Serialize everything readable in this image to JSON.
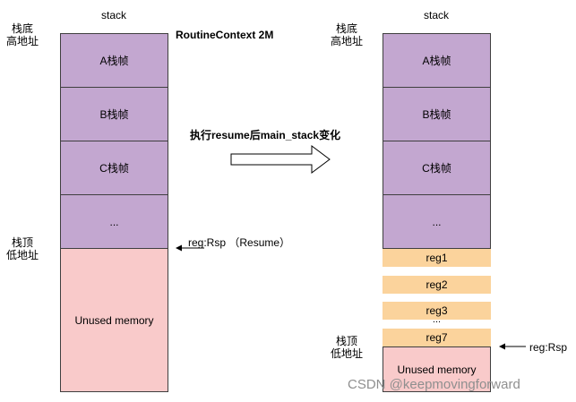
{
  "left": {
    "stack_label": "stack",
    "bottom_label_line1": "栈底",
    "bottom_label_line2": "高地址",
    "top_label_line1": "栈顶",
    "top_label_line2": "低地址",
    "frames": [
      "A栈帧",
      "B栈帧",
      "C栈帧",
      "..."
    ],
    "unused": "Unused memory",
    "title": "RoutineContext 2M",
    "rsp_label": "reg:Rsp （Resume）"
  },
  "middle": {
    "caption": "执行resume后main_stack变化"
  },
  "right": {
    "stack_label": "stack",
    "bottom_label_line1": "栈底",
    "bottom_label_line2": "高地址",
    "top_label_line1": "栈顶",
    "top_label_line2": "低地址",
    "frames": [
      "A栈帧",
      "B栈帧",
      "C栈帧",
      "..."
    ],
    "regs": [
      "reg1",
      "reg2",
      "reg3",
      "reg7"
    ],
    "reg_ellipsis": "...",
    "unused": "Unused memory",
    "rsp_label": "reg:Rsp"
  },
  "watermark": "CSDN @keepmovingforward",
  "colors": {
    "frame": "#c3a7d0",
    "unused_memory": "#f9caca",
    "register": "#fbd39c"
  }
}
